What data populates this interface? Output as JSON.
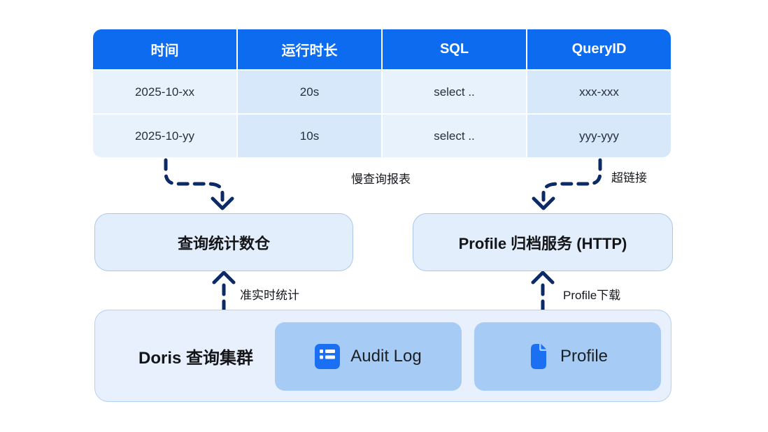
{
  "table": {
    "headers": [
      "时间",
      "运行时长",
      "SQL",
      "QueryID"
    ],
    "rows": [
      {
        "cells": [
          "2025-10-xx",
          "20s",
          "select ..",
          "xxx-xxx"
        ]
      },
      {
        "cells": [
          "2025-10-yy",
          "10s",
          "select ..",
          "yyy-yyy"
        ]
      }
    ]
  },
  "arrow_labels": {
    "slow_query_report": "慢查询报表",
    "hyperlink": "超链接",
    "near_realtime_stats": "准实时统计",
    "profile_download": "Profile下载"
  },
  "nodes": {
    "query_stats_warehouse": "查询统计数仓",
    "profile_archive_service": "Profile 归档服务 (HTTP)",
    "doris_cluster": "Doris 查询集群",
    "audit_log": "Audit Log",
    "profile": "Profile"
  },
  "icons": {
    "audit_log": "list-icon",
    "profile": "document-icon"
  },
  "colors": {
    "table_header_bg": "#0d6bf0",
    "table_header_text": "#ffffff",
    "cell_light": "#e8f2fd",
    "cell_medium": "#d7e8fb",
    "node_fill": "#e3eefc",
    "node_border": "#a9c9ec",
    "cluster_fill": "#e7f0fc",
    "inner_box_fill": "#a6cbf4",
    "icon_blue": "#1a6ff2",
    "arrow_navy": "#0c2a66",
    "background": "#ffffff"
  }
}
